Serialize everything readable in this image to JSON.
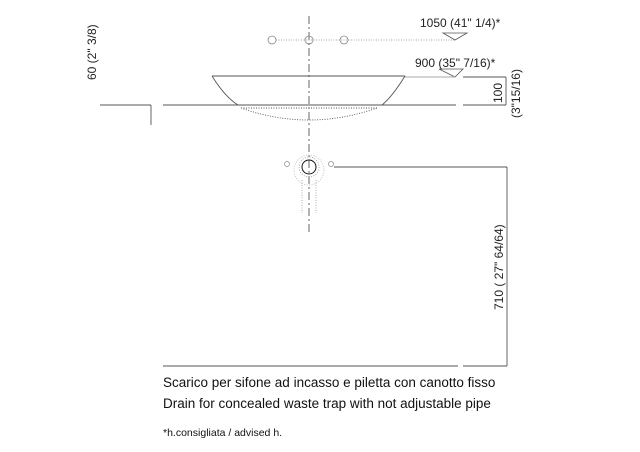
{
  "dimensions": {
    "width_1050": "1050 (41\" 1/4)*",
    "width_900": "900 (35\" 7/16)*",
    "height_60": "60 (2\" 3/8)",
    "height_100": "100",
    "height_100_inch": "(3\"15/16)",
    "height_710": "710 ( 27\" 64/64)"
  },
  "captions": {
    "italian": "Scarico per sifone ad incasso e piletta con canotto fisso",
    "english": "Drain for concealed waste trap with not adjustable pipe",
    "note": "*h.consigliata / advised h."
  },
  "colors": {
    "line": "#555555",
    "text": "#222222"
  }
}
